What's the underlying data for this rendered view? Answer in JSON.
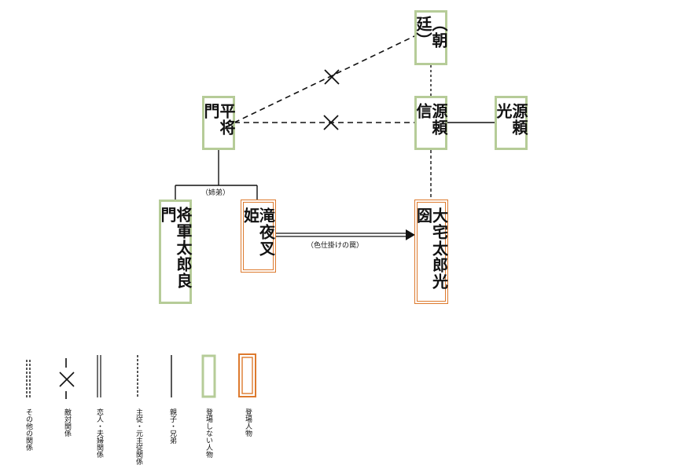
{
  "colors": {
    "inactive_border": "#b6cc98",
    "active_border": "#dd7a2e",
    "line": "#111111"
  },
  "nodes": {
    "choutei": "（朝廷）",
    "taira_masakado": "平将門",
    "minamoto_yorinobu": "源頼信",
    "minamoto_yorimitsu": "源頼光",
    "shougun_tarou_yoshikado": "将軍太郎良門",
    "takiyasha_hime": "滝夜叉姫",
    "ooya_tarou_mitsukuni": "大宅太郎光圀"
  },
  "labels": {
    "siblings": "（姉弟）",
    "honey_trap": "（色仕掛けの罠）"
  },
  "legend": [
    {
      "key": "other",
      "text": "その他の関係"
    },
    {
      "key": "enemy",
      "text": "敵対関係"
    },
    {
      "key": "lover",
      "text": "恋人・夫婦関係"
    },
    {
      "key": "master",
      "text": "主従・元主従関係"
    },
    {
      "key": "parent",
      "text": "親子・兄弟"
    },
    {
      "key": "not_appearing",
      "text": "登場しない人物"
    },
    {
      "key": "appearing",
      "text": "登場人物"
    }
  ]
}
